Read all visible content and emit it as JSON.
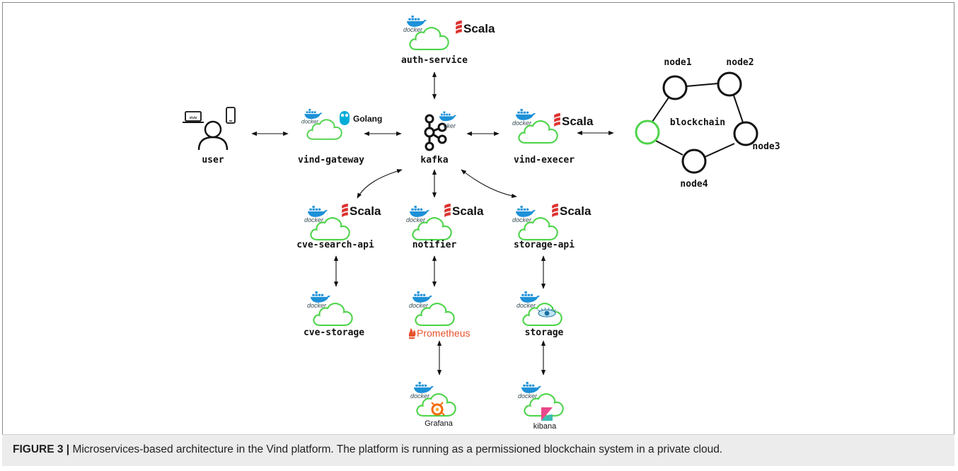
{
  "caption": {
    "prefix": "FIGURE 3 |",
    "text": "Microservices-based architecture in the Vind platform. The platform is running as a permissioned blockchain system in a private cloud."
  },
  "labels": {
    "docker": "docker",
    "scala": "Scala",
    "golang": "Golang",
    "prometheus": "Prometheus",
    "grafana": "Grafana",
    "kibana": "kibana"
  },
  "services": {
    "auth": "auth-service",
    "user": "user",
    "gateway": "vind-gateway",
    "kafka": "kafka",
    "execer": "vind-execer",
    "cve_api": "cve-search-api",
    "notifier": "notifier",
    "storage_api": "storage-api",
    "cve_storage": "cve-storage",
    "storage": "storage"
  },
  "blockchain": {
    "label": "blockchain",
    "nodes": [
      "node1",
      "node2",
      "node3",
      "node4"
    ]
  },
  "colors": {
    "cloud": "#4ed44a",
    "docker": "#1d91d8",
    "scala": "#dc322f",
    "prometheus": "#e6522c",
    "golang": "#00add8",
    "grafana": "#f46800",
    "kibana": "#e8488b"
  },
  "icons": [
    "docker-whale-icon",
    "cloud-icon",
    "scala-icon",
    "golang-gopher-icon",
    "kafka-icon",
    "prometheus-icon",
    "grafana-icon",
    "kibana-icon",
    "cassandra-eye-icon",
    "laptop-icon",
    "phone-icon",
    "person-icon"
  ]
}
